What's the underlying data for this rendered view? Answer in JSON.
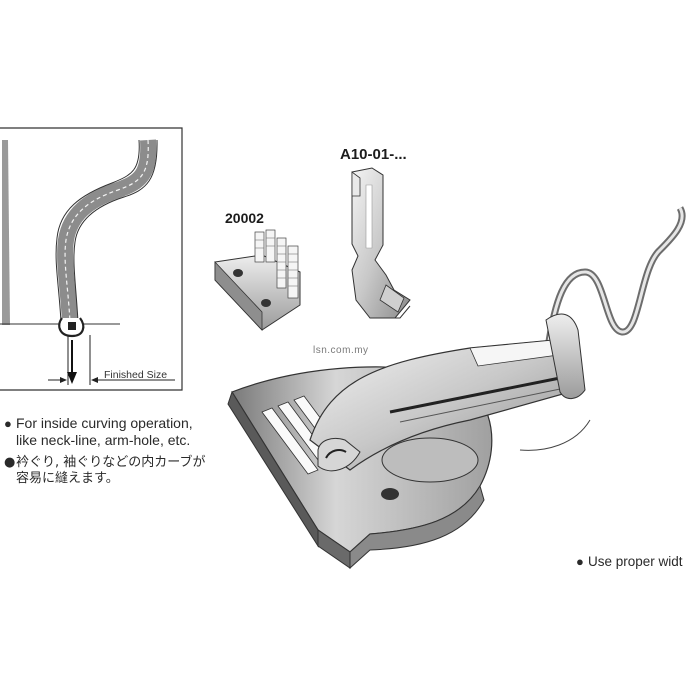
{
  "labels": {
    "part_a": "A10-01-...",
    "part_b": "20002",
    "finished_size": "Finished Size",
    "watermark": "lsn.com.my"
  },
  "notes": {
    "en_line1": "For inside curving operation,",
    "en_line2": "like neck-line, arm-hole, etc.",
    "jp_line1": "衿ぐり, 袖ぐりなどの内カーブが",
    "jp_line2": "容易に縫えます。",
    "bottom": "Use proper widt",
    "bullet_glyph": "●"
  },
  "colors": {
    "background": "#ffffff",
    "metal_light": "#e4e4e4",
    "metal_mid": "#b9b9b9",
    "metal_dark": "#6d6d6d",
    "outline": "#2b2b2b",
    "fabric": "#8c8c8c"
  }
}
